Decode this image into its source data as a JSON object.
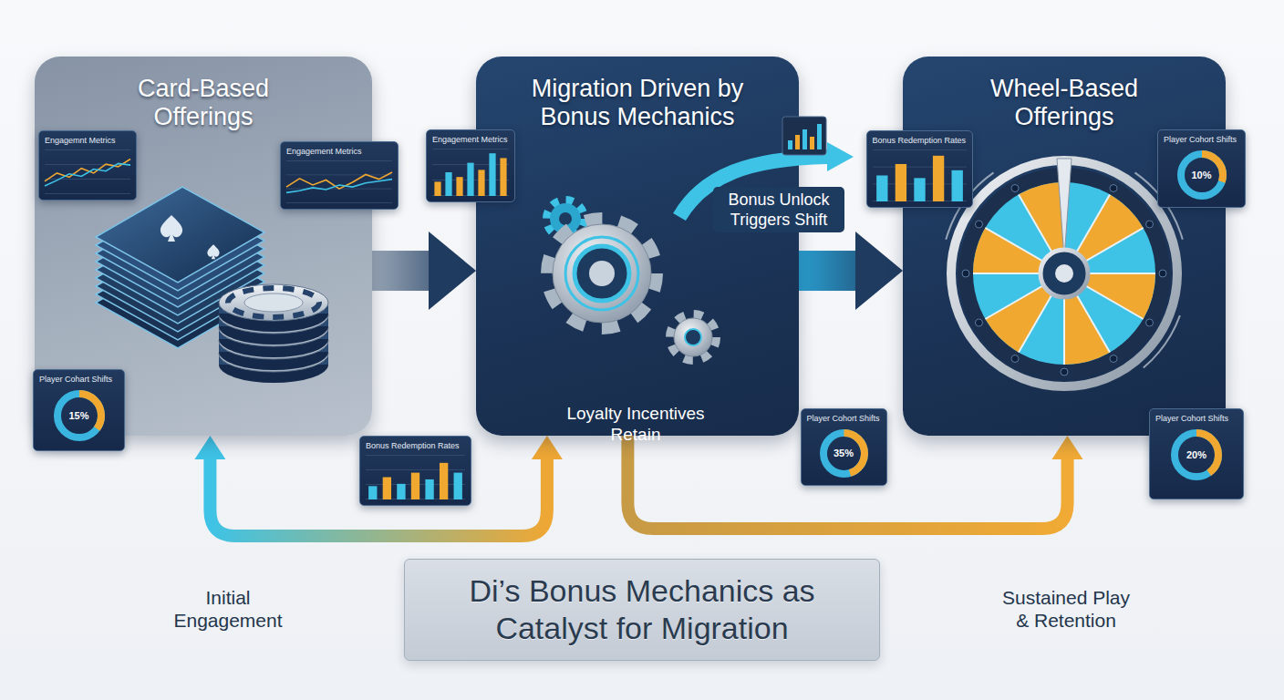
{
  "diagram": {
    "nodes": [
      {
        "text": [
          "Card-Based Offerings"
        ]
      },
      {
        "text": [
          "Engagemnt Metrics"
        ],
        "in": 0
      },
      {
        "text": [
          "Engagement Metrics"
        ]
      },
      {
        "text": [
          "Player Cohart Shifts",
          "15%"
        ]
      },
      {
        "text": [
          "Migration Driven by Bonus Mechanics"
        ]
      },
      {
        "text": [
          "Engagement Metrics"
        ]
      },
      {
        "text": [
          "Bonus Redemption Rates"
        ]
      },
      {
        "text": [
          "Wheel-Based Offerings"
        ]
      },
      {
        "text": [
          "Bonus Redemption Rates"
        ]
      },
      {
        "text": [
          "Player Cohort Shifts",
          "10%"
        ]
      },
      {
        "text": [
          "Player Cohort Shifts",
          "35%"
        ]
      },
      {
        "text": [
          "Player Cohort Shifts",
          "20%"
        ]
      },
      {
        "text": [
          "Di’s Bonus Mechanics as Catalyst for Migration"
        ]
      }
    ],
    "edges": [
      {
        "from": 0,
        "to": 4,
        "arrow": "to"
      },
      {
        "from": 4,
        "to": 7,
        "arrow": "to"
      },
      {
        "from": 0,
        "to": 4,
        "arrow": "both"
      },
      {
        "from": 4,
        "to": 7,
        "arrow": "to"
      }
    ],
    "labels": [
      "Bonus Unlock Triggers Shift",
      "Loyalty Incentives Retain",
      "Initial Engagement",
      "Sustained Play & Retention"
    ]
  }
}
